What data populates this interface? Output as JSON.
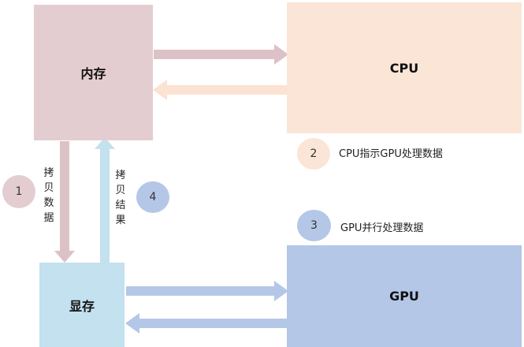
{
  "blocks": {
    "memory": {
      "label": "内存",
      "color": "#e3cdd0"
    },
    "cpu": {
      "label": "CPU",
      "color": "#fbe5d6"
    },
    "vram": {
      "label": "显存",
      "color": "#c3e1ee"
    },
    "gpu": {
      "label": "GPU",
      "color": "#b4c7e7"
    }
  },
  "arrow_colors": {
    "memory_to_cpu": "#dcc2c6",
    "cpu_to_memory": "#fbe2d2",
    "memory_to_vram": "#dcc2c6",
    "vram_to_memory": "#c3e1ee",
    "vram_gpu": "#b4c7e7"
  },
  "steps": [
    {
      "number": "1",
      "text": "拷贝数据",
      "color": "#e3cdd0"
    },
    {
      "number": "2",
      "text": "CPU指示GPU处理数据",
      "color": "#fbe5d6"
    },
    {
      "number": "3",
      "text": "GPU并行处理数据",
      "color": "#b4c7e7"
    },
    {
      "number": "4",
      "text": "拷贝结果",
      "color": "#b4c7e7"
    }
  ]
}
